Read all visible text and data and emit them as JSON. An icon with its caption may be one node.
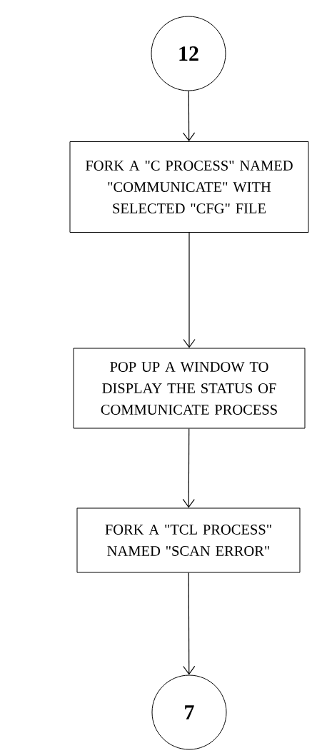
{
  "diagram": {
    "nodes": [
      {
        "text": [
          "12"
        ]
      },
      {
        "text": [
          "FORK A \"C PROCESS\" NAMED \"COMMUNICATE\" WITH SELECTED \"CFG\" FILE"
        ]
      },
      {
        "text": [
          "POP UP A WINDOW TO DISPLAY THE STATUS OF COMMUNICATE PROCESS"
        ]
      },
      {
        "text": [
          "FORK A \"TCL PROCESS\" NAMED \"SCAN ERROR\""
        ]
      },
      {
        "text": [
          "7"
        ]
      }
    ],
    "edges": [
      {
        "from": 0,
        "to": 1,
        "arrow": "to"
      },
      {
        "from": 1,
        "to": 2,
        "arrow": "to"
      },
      {
        "from": 2,
        "to": 3,
        "arrow": "to"
      },
      {
        "from": 3,
        "to": 4,
        "arrow": "to"
      }
    ]
  }
}
